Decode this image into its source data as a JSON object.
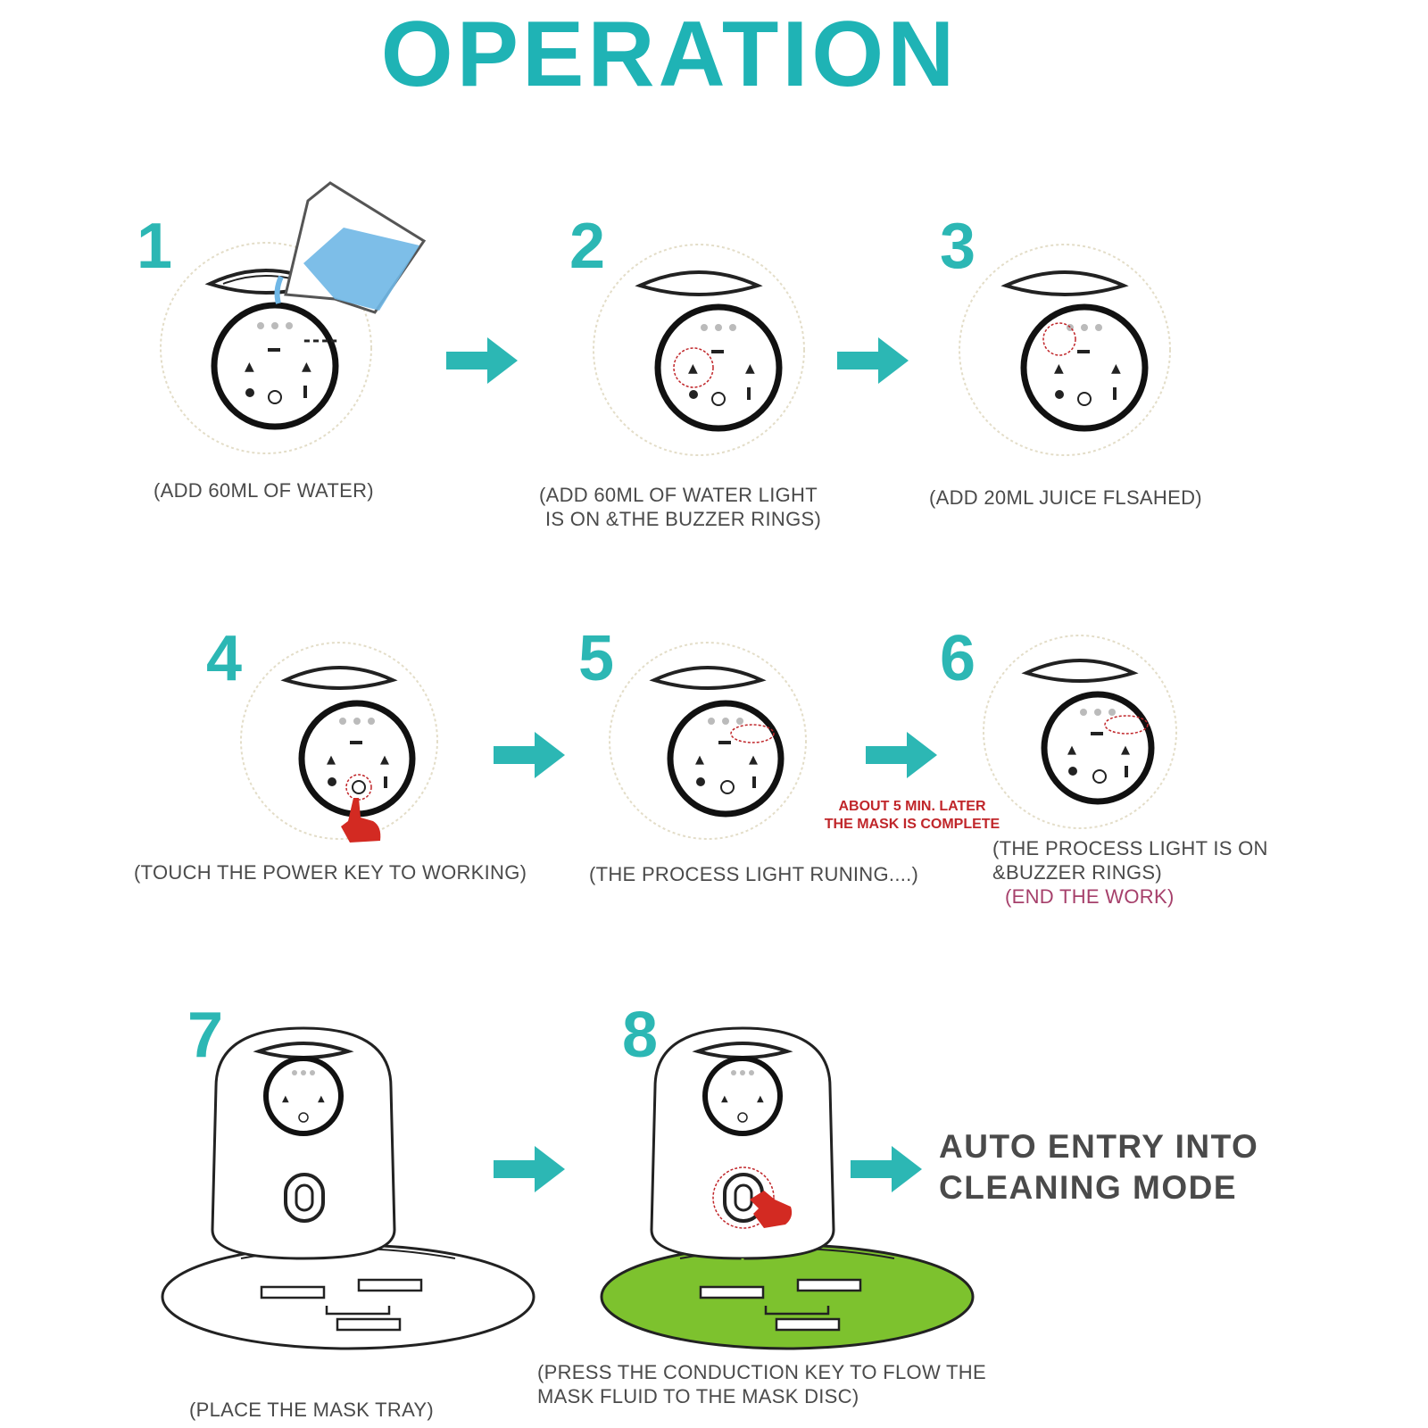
{
  "title": "OPERATION",
  "steps": [
    {
      "number": "1",
      "caption": "(ADD 60ML OF  WATER)"
    },
    {
      "number": "2",
      "caption_lines": [
        "(ADD 60ML OF WATER LIGHT",
        "IS ON &THE BUZZER  RINGS)"
      ]
    },
    {
      "number": "3",
      "caption": "(ADD 20ML JUICE FLSAHED)"
    },
    {
      "number": "4",
      "caption": "(TOUCH THE POWER KEY TO WORKING)"
    },
    {
      "number": "5",
      "caption": "(THE PROCESS  LIGHT RUNING....)"
    },
    {
      "number": "6",
      "caption_lines": [
        "(THE PROCESS  LIGHT IS ON",
        "&BUZZER RINGS)"
      ],
      "caption_extra": "(END THE WORK)"
    },
    {
      "number": "7",
      "caption": "(PLACE THE MASK TRAY)"
    },
    {
      "number": "8",
      "caption_lines": [
        "(PRESS THE CONDUCTION KEY TO FLOW THE",
        "MASK FLUID TO THE MASK DISC)"
      ]
    }
  ],
  "note": {
    "lines": [
      "ABOUT 5 MIN.  LATER",
      "THE MASK IS COMPLETE"
    ]
  },
  "final": {
    "lines": [
      "AUTO ENTRY INTO",
      "CLEANING  MODE"
    ]
  },
  "colors": {
    "accent": "#2cb7b4",
    "note": "#c0262a",
    "end": "#a6406b",
    "mask_fluid": "#7dc22e",
    "water": "#6fb7e6"
  }
}
